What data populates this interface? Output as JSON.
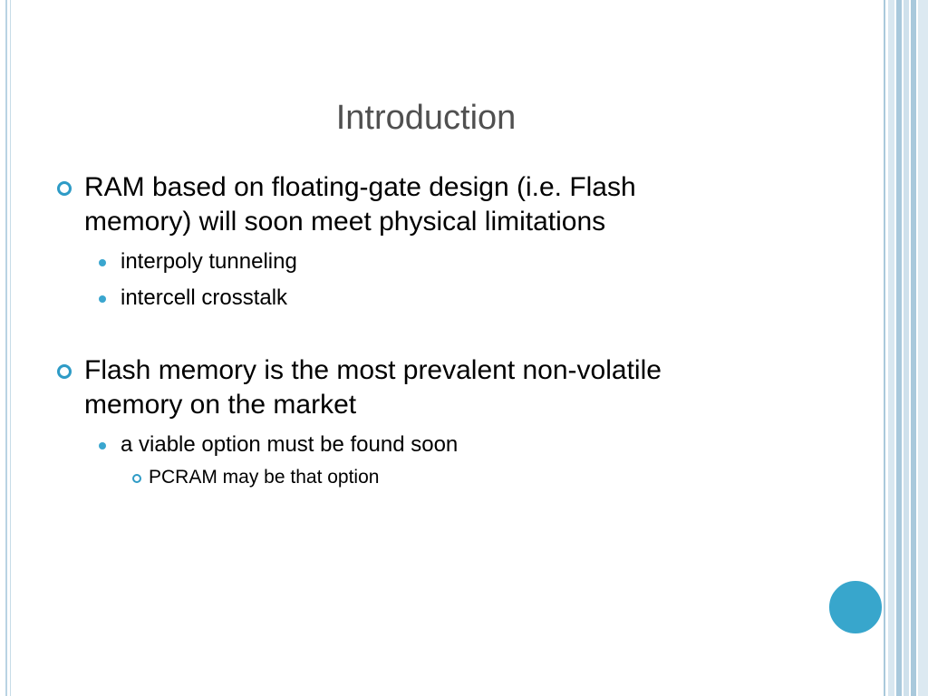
{
  "slide": {
    "title": "Introduction",
    "bullets": [
      {
        "text_line1": "RAM based on floating-gate design (i.e. Flash",
        "text_line2": "memory) will soon meet physical limitations",
        "sub": [
          {
            "text": "interpoly tunneling"
          },
          {
            "text": "intercell crosstalk"
          }
        ]
      },
      {
        "text_line1": "Flash memory is the most prevalent non-volatile",
        "text_line2": "memory on the market",
        "sub": [
          {
            "text": "a viable option must be found soon",
            "sub": [
              {
                "text": "PCRAM may be that option"
              }
            ]
          }
        ]
      }
    ]
  },
  "theme": {
    "accent": "#38a6cc",
    "title_color": "#505050",
    "stripe_color": "#a9c9dc"
  }
}
